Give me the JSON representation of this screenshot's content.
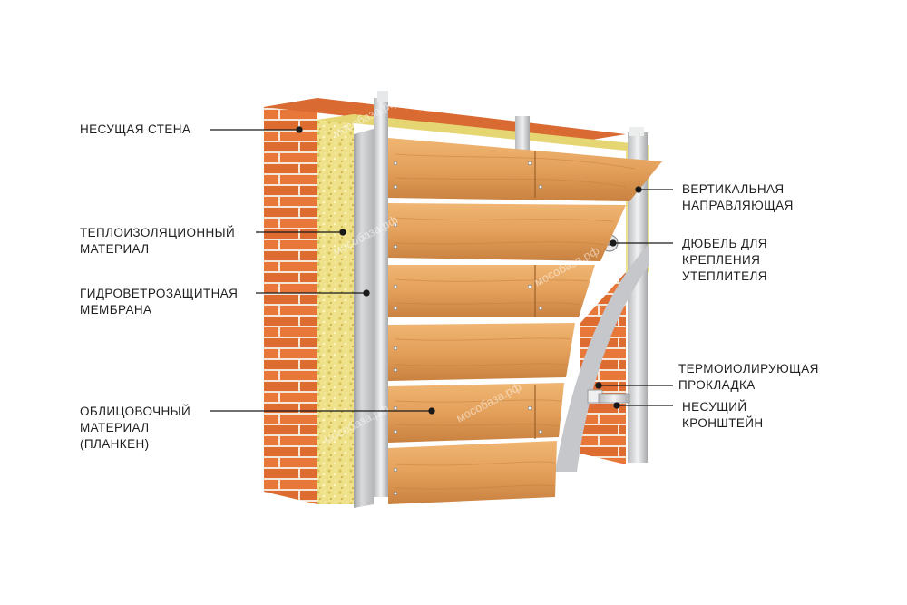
{
  "labels": {
    "load_bearing_wall": [
      "НЕСУЩАЯ СТЕНА"
    ],
    "insulation": [
      "ТЕПЛОИЗОЛЯЦИОННЫЙ",
      "МАТЕРИАЛ"
    ],
    "membrane": [
      "ГИДРОВЕТРОЗАЩИТНАЯ",
      "МЕМБРАНА"
    ],
    "cladding": [
      "ОБЛИЦОВОЧНЫЙ",
      "МАТЕРИАЛ",
      "(ПЛАНКЕН)"
    ],
    "vertical_guide": [
      "ВЕРТИКАЛЬНАЯ",
      "НАПРАВЛЯЮЩАЯ"
    ],
    "dowel": [
      "ДЮБЕЛЬ ДЛЯ",
      "КРЕПЛЕНИЯ",
      "УТЕПЛИТЕЛЯ"
    ],
    "thermal_pad": [
      "ТЕРМОИОЛИРУЮЩАЯ",
      "ПРОКЛАДКА"
    ],
    "bracket": [
      "НЕСУЩИЙ",
      "КРОНШТЕЙН"
    ]
  },
  "watermark": "мособаза.рф",
  "colors": {
    "brick": "#e8773a",
    "mortar": "#f6e6d8",
    "insulation": "#efe48a",
    "membrane": "#c9cacc",
    "wood": "#e6a45f",
    "metal": "#dcdde0",
    "leader": "#1a1a1a"
  }
}
